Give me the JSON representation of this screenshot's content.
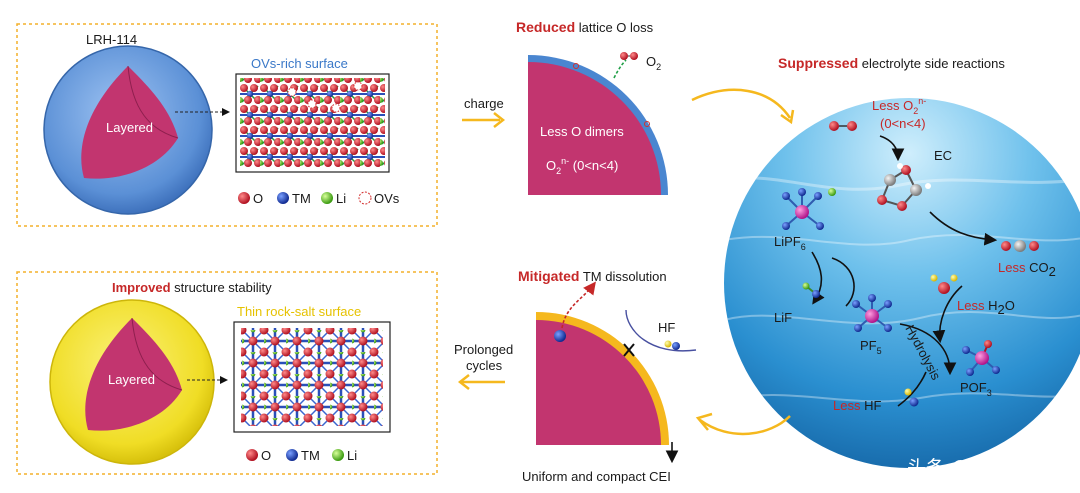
{
  "panel_top_left": {
    "particle_label": "LRH-114",
    "core_label": "Layered",
    "surface_label": "OVs-rich surface",
    "legend": [
      "O",
      "TM",
      "Li",
      "OVs"
    ]
  },
  "panel_top_middle": {
    "title_highlight": "Reduced",
    "title_rest": " lattice O loss",
    "o2_label": "O",
    "o2_sub": "2",
    "dimers_label": "Less O dimers",
    "species_main": "O",
    "species_sub": "2",
    "species_sup": "n-",
    "species_range": " (0<n<4)"
  },
  "arrow_charge": "charge",
  "panel_right": {
    "title_highlight": "Suppressed",
    "title_rest": " electrolyte side reactions",
    "less_o2_prefix": "Less O",
    "less_o2_sub": "2",
    "less_o2_sup": "n-",
    "less_o2_range": "(0<n<4)",
    "ec": "EC",
    "lipf6_main": "LiPF",
    "lipf6_sub": "6",
    "less_word": "Less",
    "co2_main": " CO",
    "co2_sub": "2",
    "h2o_main": " H",
    "h2o_sub": "2",
    "h2o_end": "O",
    "lif": "LiF",
    "pf5_main": "PF",
    "pf5_sub": "5",
    "hydrolysis": "Hydrolysis",
    "pof3_main": "POF",
    "pof3_sub": "3",
    "hf_main": " HF"
  },
  "panel_bottom_left": {
    "title_highlight": "Improved",
    "title_rest": " structure stability",
    "core_label": "Layered",
    "surface_label": "Thin rock-salt surface",
    "legend": [
      "O",
      "TM",
      "Li"
    ]
  },
  "panel_bottom_middle": {
    "title_highlight": "Mitigated",
    "title_rest": " TM dissolution",
    "hf": "HF",
    "cei": "Uniform and compact CEI"
  },
  "arrow_prolonged": [
    "Prolonged",
    "cycles"
  ],
  "watermark": "头条 @新锂念",
  "colors": {
    "accent_red": "#c62828",
    "surface_blue": "#4a86d0",
    "surface_yellow": "#f2dd22",
    "core_pink": "#c2356f",
    "arrow_orange": "#f5b81e",
    "dashed_border": "#f3b02c"
  }
}
